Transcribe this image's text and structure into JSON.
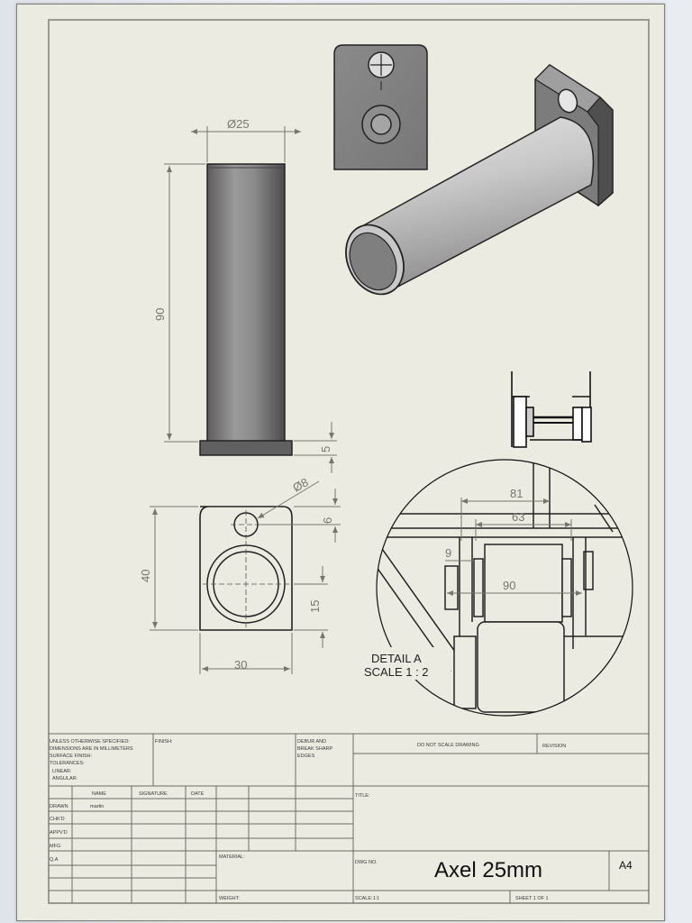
{
  "window": {
    "title_fragment": "· · · · ·"
  },
  "dimensions": {
    "diameter_shaft": "Ø25",
    "length_shaft": "90",
    "flange_thickness": "5",
    "diameter_hole": "Ø8",
    "hole_offset": "6",
    "plate_height": "40",
    "shaft_center_offset": "15",
    "plate_width": "30"
  },
  "detail": {
    "label": "DETAIL A",
    "scale": "SCALE 1 : 2",
    "dims": {
      "d81": "81",
      "d63": "63",
      "d9": "9",
      "d90": "90"
    }
  },
  "title_block": {
    "tolerance_note": [
      "UNLESS OTHERWISE SPECIFIED:",
      "DIMENSIONS ARE IN MILLIMETERS",
      "SURFACE FINISH:",
      "TOLERANCES:",
      "  LINEAR:",
      "  ANGULAR:"
    ],
    "finish": "FINISH:",
    "deburr": [
      "DEBUR AND",
      "BREAK SHARP",
      "EDGES"
    ],
    "do_not_scale": "DO NOT SCALE DRAWING",
    "revision": "REVISION",
    "col_headers": [
      "NAME",
      "SIGNATURE",
      "DATE"
    ],
    "rows": [
      "DRAWN",
      "CHK'D",
      "APPV'D",
      "MFG",
      "Q.A"
    ],
    "drawn_name": "martin",
    "title_label": "TITLE:",
    "material": "MATERIAL:",
    "dwg_no": "DWG NO.",
    "title": "Axel 25mm",
    "size": "A4",
    "weight": "WEIGHT:",
    "scale": "SCALE:1:1",
    "sheet": "SHEET 1 OF 1"
  }
}
